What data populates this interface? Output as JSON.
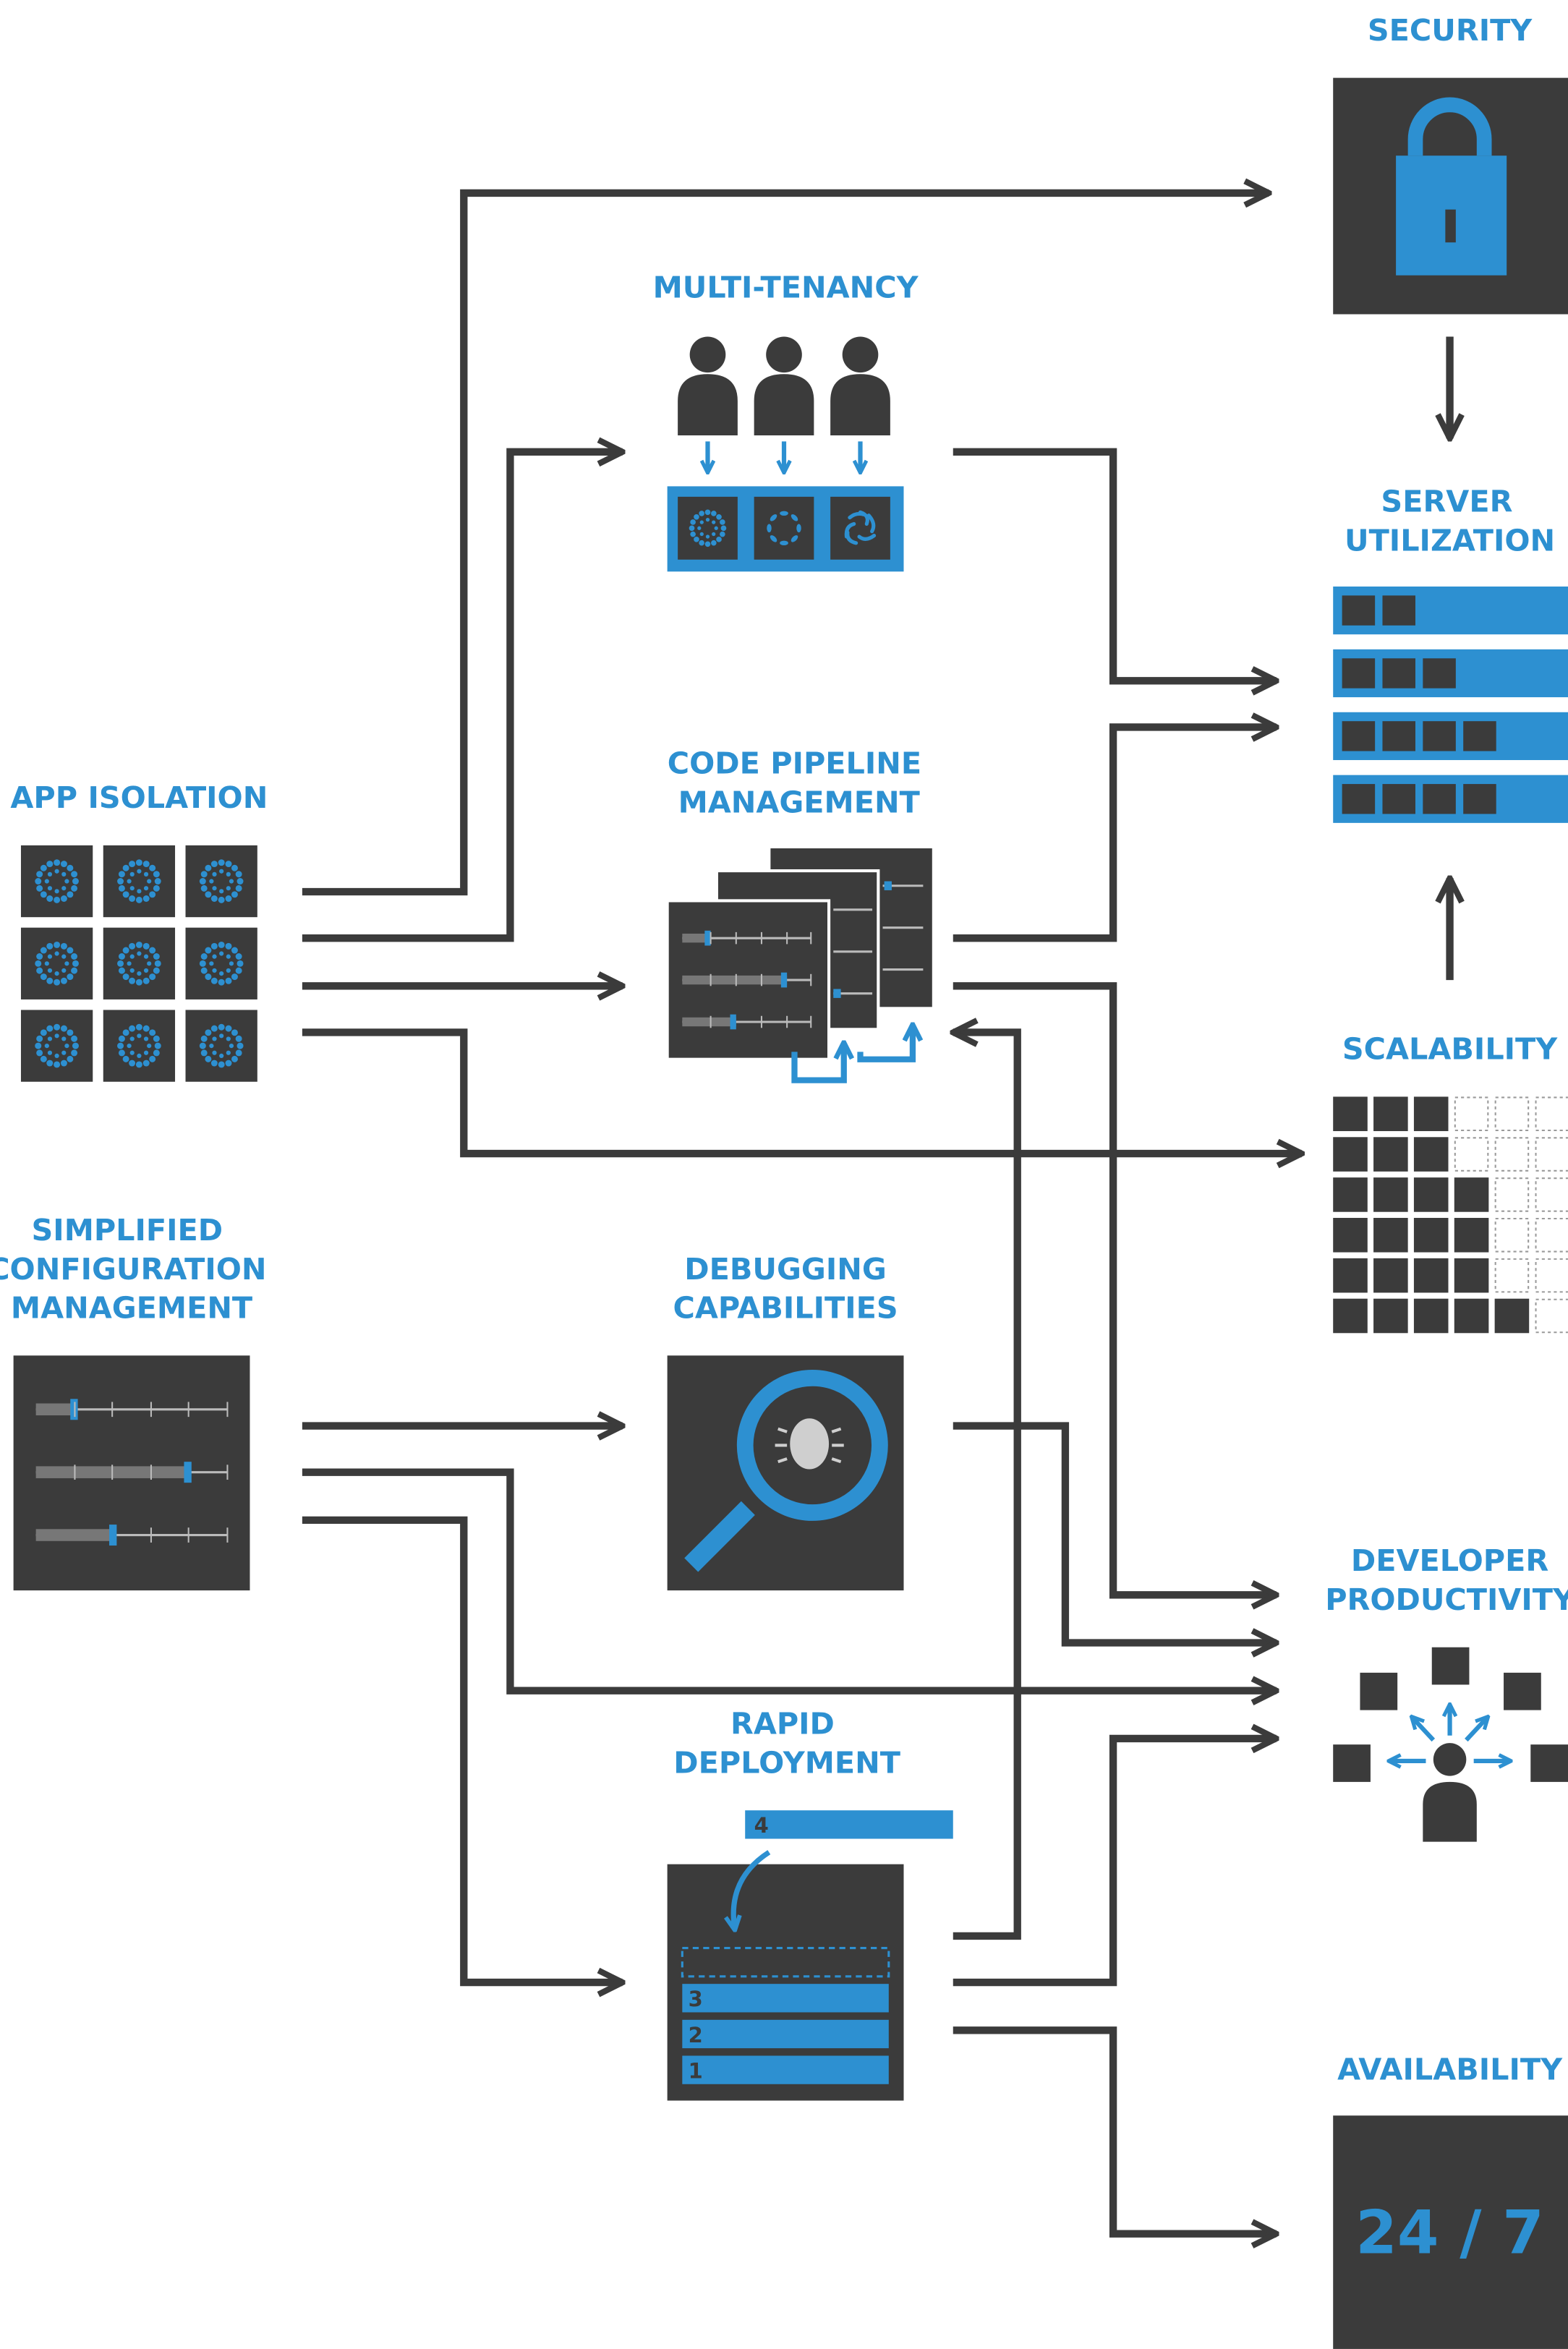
{
  "labels": {
    "security": "SECURITY",
    "multi_tenancy": "MULTI-TENANCY",
    "server_utilization": [
      "SERVER",
      "UTILIZATION"
    ],
    "app_isolation": "APP ISOLATION",
    "code_pipeline": [
      "CODE PIPELINE",
      "MANAGEMENT"
    ],
    "scalability": "SCALABILITY",
    "simplified_config": [
      "SIMPLIFIED",
      "CONFIGURATION",
      "MANAGEMENT"
    ],
    "debugging": [
      "DEBUGGING",
      "CAPABILITIES"
    ],
    "developer_productivity": [
      "DEVELOPER",
      "PRODUCTIVITY"
    ],
    "rapid_deployment": [
      "RAPID",
      "DEPLOYMENT"
    ],
    "availability": "AVAILABILITY"
  },
  "availability_value": "24 / 7",
  "deployment_slots": {
    "incoming": "4",
    "stack": [
      "3",
      "2",
      "1"
    ]
  },
  "server_utilization_filled": [
    2,
    3,
    4,
    4
  ],
  "scalability_grid_filled": [
    3,
    3,
    4,
    4,
    4,
    5
  ],
  "colors": {
    "dark": "#3b3b3b",
    "blue": "#2d90d1",
    "white": "#ffffff"
  },
  "icons": {
    "security": "padlock-icon",
    "multi_tenancy": "users-to-containers-icon",
    "app_isolation": "container-grid-icon",
    "code_pipeline": "stacked-config-panels-icon",
    "debugging": "magnifier-bug-icon",
    "rapid_deployment": "deployment-stack-icon",
    "developer_productivity": "developer-network-icon",
    "scalability": "scaling-grid-icon",
    "server_utilization": "server-racks-icon"
  }
}
